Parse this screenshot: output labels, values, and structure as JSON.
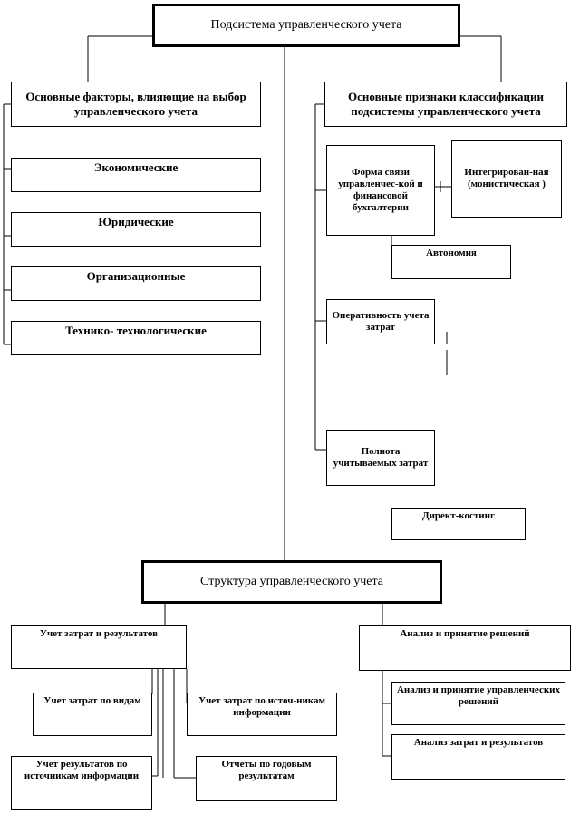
{
  "diagram": {
    "root": "Подсистема управленческого учета",
    "left_header": "Основные факторы, влияющие на выбор  управленческого учета",
    "factors": [
      "Экономические",
      "Юридические",
      "Организационные",
      "Технико-  технологические"
    ],
    "right_header": "Основные признаки классификации подсистемы управленческого учета",
    "form_link": "Форма связи управленчес-кой и финансовой бухгалтерии",
    "integrated": "Интегрирован-ная (монистическая )",
    "autonomy": "Автономия",
    "operativeness": "Оперативность учета затрат",
    "completeness": "Полнота учитываемых затрат",
    "direct_costing": "Директ-костинг",
    "structure": "Структура  управленческого учета",
    "cost_results": "Учет затрат и результатов",
    "cost_by_types": "Учет затрат по видам",
    "cost_by_sources": "Учет затрат по источ-никам информации",
    "results_by_sources": "Учет результатов по источникам информации",
    "annual_reports": "Отчеты по годовым результатам",
    "analysis": "Анализ и принятие  решений",
    "analysis_decisions": "Анализ и принятие управленческих решений",
    "analysis_costs": "Анализ затрат и результатов"
  }
}
